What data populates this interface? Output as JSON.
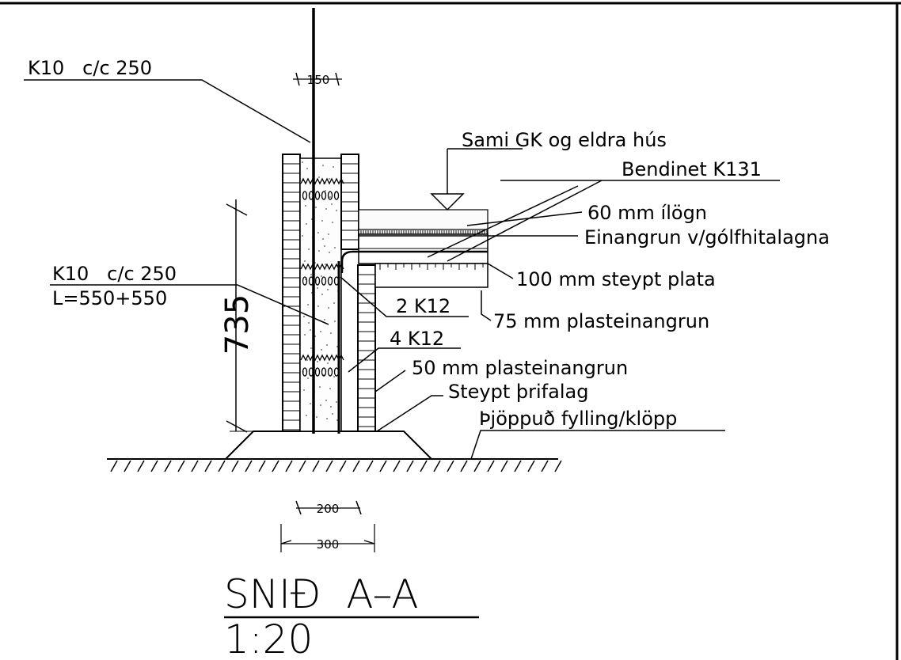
{
  "labels": {
    "rebar_top": "K10   c/c 250",
    "dim_150": "150",
    "reference": "Sami GK og eldra hús",
    "mesh": "Bendinet K131",
    "topping": "60 mm ílögn",
    "insulation_floor_heat": "Einangrun v/gólfhitalagna",
    "rebar_side": "K10   c/c 250",
    "rebar_side_length": "L=550+550",
    "slab": "100 mm steypt plata",
    "bars_2": "2 K12",
    "eps_75": "75 mm plasteinangrun",
    "dim_735": "735",
    "bars_4": "4 K12",
    "eps_50": "50 mm plasteinangrun",
    "footing": "Steypt þrifalag",
    "fill": "Þjöppuð fylling/klöpp",
    "dim_200": "200",
    "dim_300": "300"
  },
  "title": {
    "section": "SNIÐ  A–A",
    "scale": "1:20"
  }
}
